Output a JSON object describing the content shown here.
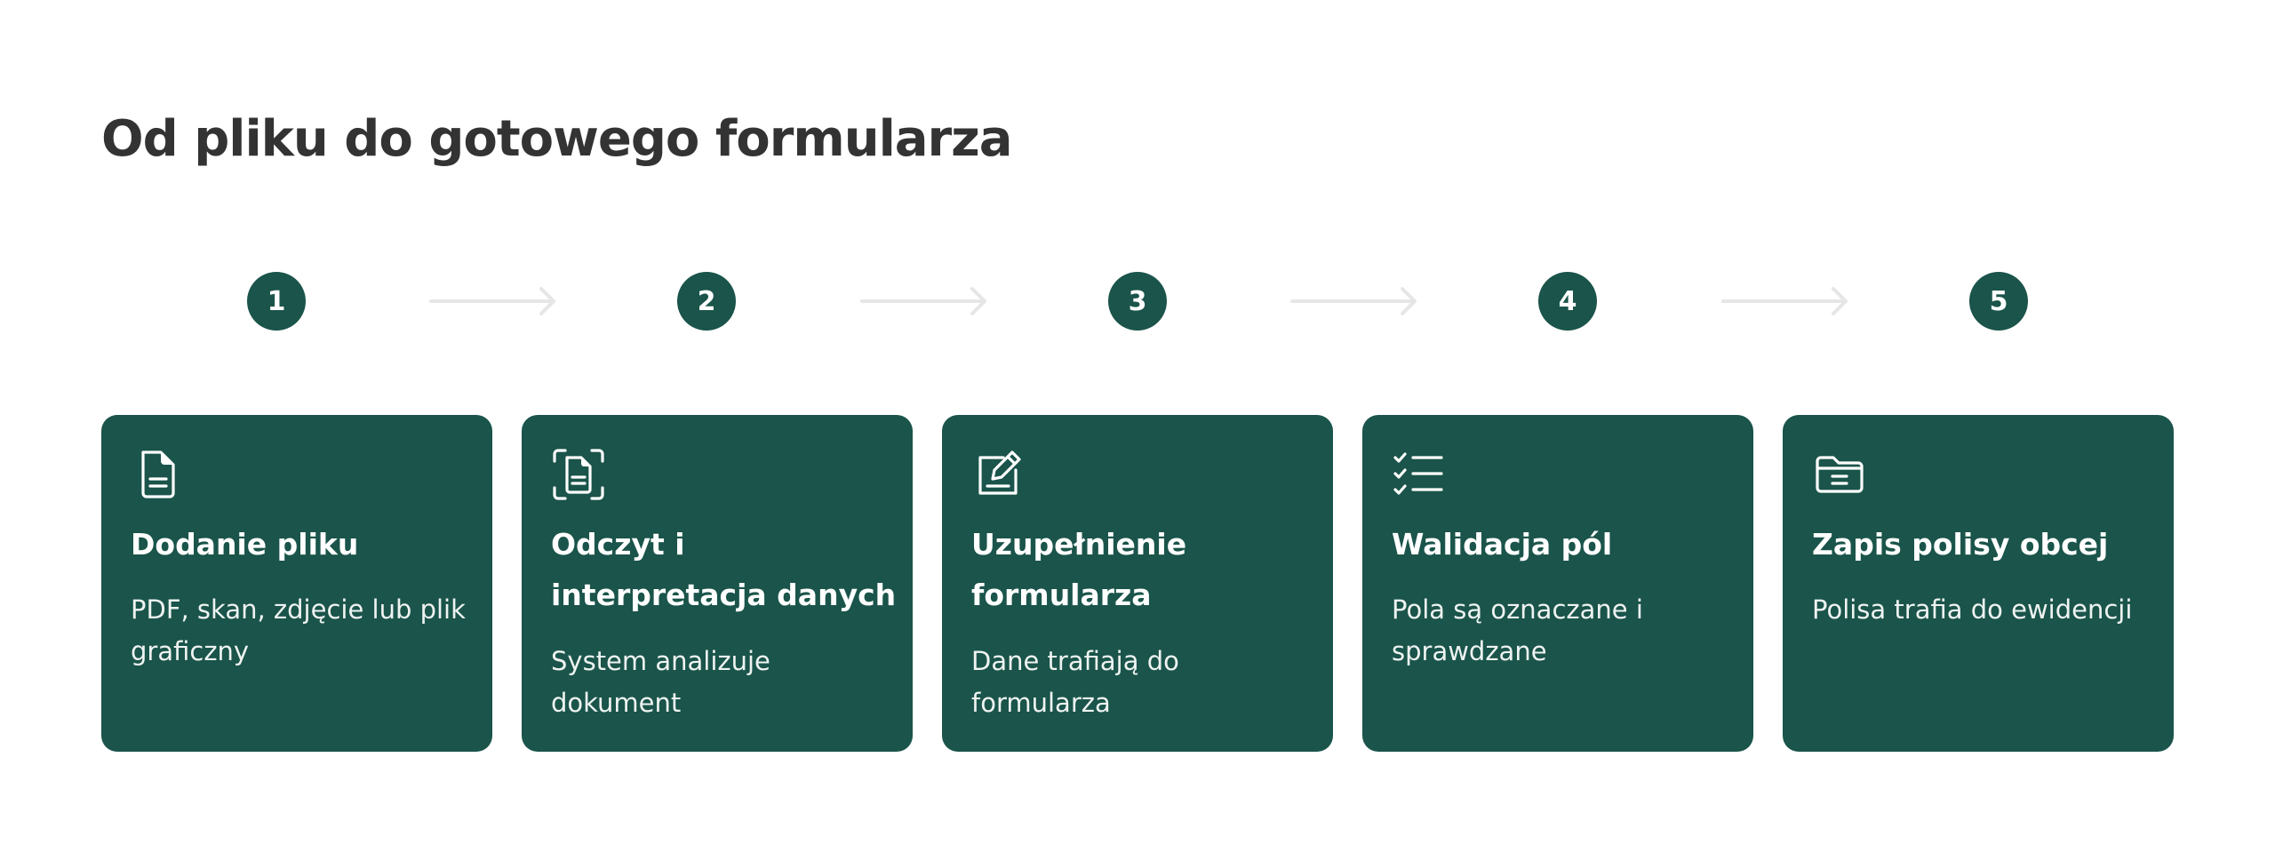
{
  "title": "Od pliku do gotowego formularza",
  "colors": {
    "accent": "#1a544a",
    "title_text": "#333333",
    "arrow": "#e6e6e6"
  },
  "steps": [
    {
      "number": "1",
      "icon": "document-icon",
      "title": "Dodanie pliku",
      "description": "PDF, skan, zdjęcie lub plik graficzny"
    },
    {
      "number": "2",
      "icon": "scan-document-icon",
      "title": "Odczyt i interpretacja danych",
      "description": "System analizuje dokument"
    },
    {
      "number": "3",
      "icon": "edit-icon",
      "title": "Uzupełnienie formularza",
      "description": "Dane trafiają do formularza"
    },
    {
      "number": "4",
      "icon": "checklist-icon",
      "title": "Walidacja pól",
      "description": "Pola są oznaczane i sprawdzane"
    },
    {
      "number": "5",
      "icon": "folder-icon",
      "title": "Zapis polisy obcej",
      "description": "Polisa trafia do ewidencji"
    }
  ]
}
